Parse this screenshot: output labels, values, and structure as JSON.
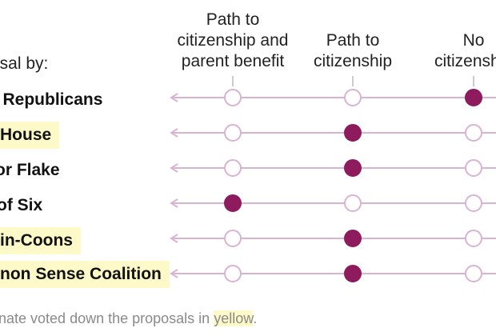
{
  "chart_data": {
    "type": "scatter",
    "row_axis_title": "osal by:",
    "columns": [
      "Path to\ncitizenship and\nparent benefit",
      "Path to\ncitizenship",
      "No\ncitizenship"
    ],
    "rows": [
      {
        "label": "e Republicans",
        "choice": 2,
        "highlighted": false
      },
      {
        "label": "House",
        "choice": 1,
        "highlighted": true
      },
      {
        "label": "or Flake",
        "choice": 1,
        "highlighted": false
      },
      {
        "label": "of Six",
        "choice": 0,
        "highlighted": false
      },
      {
        "label": "in-Coons",
        "choice": 1,
        "highlighted": true
      },
      {
        "label": "non Sense Coalition",
        "choice": 1,
        "highlighted": true
      }
    ],
    "footnote": {
      "before": "nate voted down the proposals in ",
      "highlight": "yellow",
      "after": "."
    },
    "colors": {
      "line": "#d9b3d2",
      "filled": "#8e1b5e",
      "hollow_stroke": "#d9b3d2",
      "highlight": "#fdf9c9",
      "tick": "#999999"
    }
  }
}
